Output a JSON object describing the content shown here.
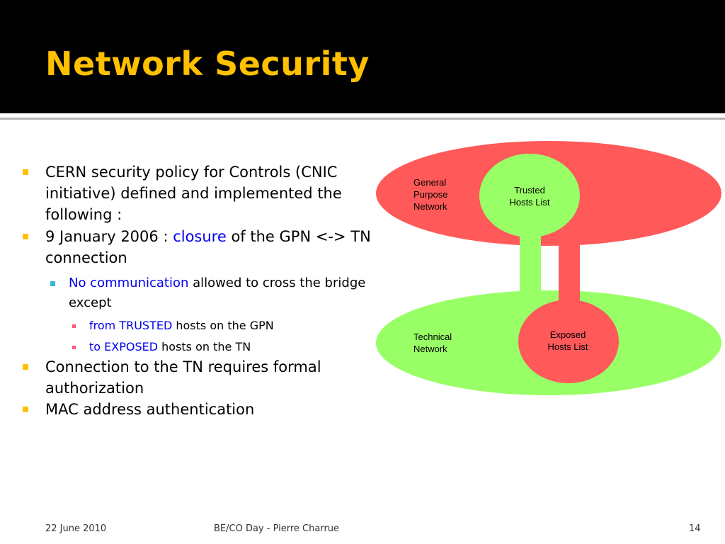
{
  "slide": {
    "title": "Network Security",
    "colors": {
      "title_bar": "#000000",
      "title_text": "#ffc000",
      "link_blue": "#0000ee",
      "gpn_red": "#ff5959",
      "tn_green": "#99ff66"
    }
  },
  "bullets": {
    "b1_line1": "CERN security policy for Controls (CNIC",
    "b1_line2": "initiative) defined and implemented the",
    "b1_line3": "following :",
    "b2_prefix": "9 January 2006 : ",
    "b2_highlight": "closure",
    "b2_suffix": " of the GPN <-> TN",
    "b2_line2": "connection",
    "sub_highlight": "No communication",
    "sub_suffix": " allowed to cross the bridge",
    "sub_line2": "except",
    "subsub1_highlight": "from TRUSTED",
    "subsub1_suffix": " hosts on the GPN",
    "subsub2_highlight": "to EXPOSED",
    "subsub2_suffix": " hosts on the TN",
    "b3_line1": "Connection to the TN requires formal",
    "b3_line2": "authorization",
    "b4_line1": "MAC address authentication"
  },
  "diagram": {
    "gpn_line1": "General",
    "gpn_line2": "Purpose",
    "gpn_line3": "Network",
    "trusted_line1": "Trusted",
    "trusted_line2": "Hosts List",
    "tn_line1": "Technical",
    "tn_line2": "Network",
    "exposed_line1": "Exposed",
    "exposed_line2": "Hosts List"
  },
  "footer": {
    "date": "22 June 2010",
    "presenter": "BE/CO Day - Pierre Charrue",
    "page_number": "14"
  }
}
